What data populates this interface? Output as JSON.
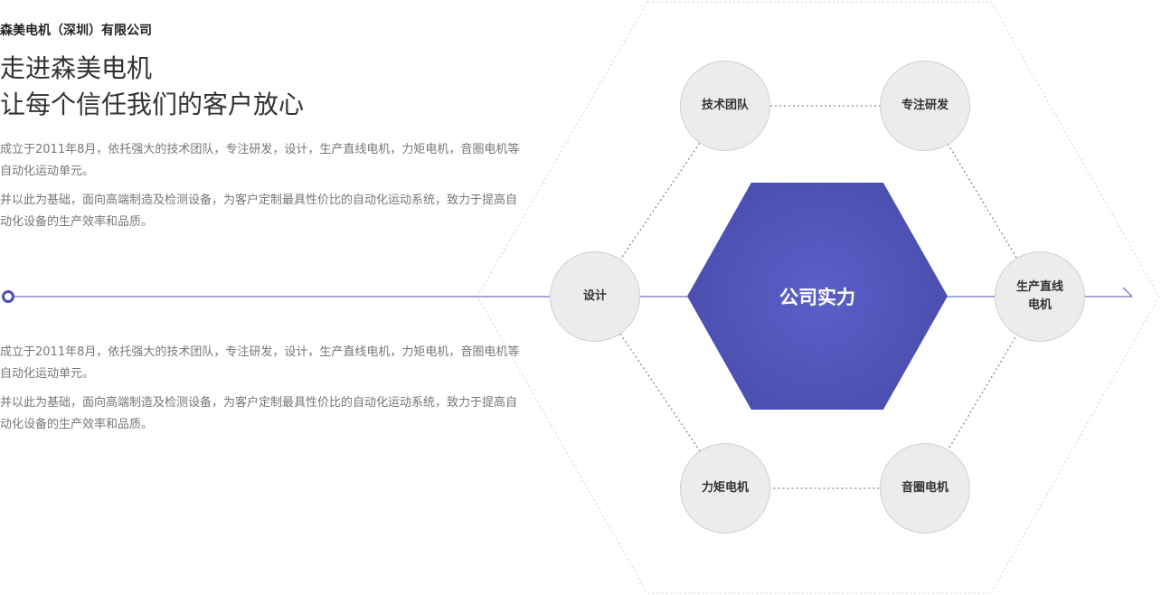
{
  "company": "森美电机（深圳）有限公司",
  "headline": [
    "走进森美电机",
    "让每个信任我们的客户放心"
  ],
  "section_top": {
    "p1": "成立于2011年8月，依托强大的技术团队，专注研发，设计，生产直线电机，力矩电机，音圈电机等自动化运动单元。",
    "p2": "并以此为基础，面向高端制造及检测设备，为客户定制最具性价比的自动化运动系统，致力于提高自动化设备的生产效率和品质。"
  },
  "section_bottom": {
    "p1": "成立于2011年8月，依托强大的技术团队，专注研发，设计，生产直线电机，力矩电机，音圈电机等自动化运动单元。",
    "p2": "并以此为基础，面向高端制造及检测设备，为客户定制最具性价比的自动化运动系统，致力于提高自动化设备的生产效率和品质。"
  },
  "diagram": {
    "center": "公司实力",
    "nodes": {
      "tech_team": "技术团队",
      "rnd": "专注研发",
      "design": "设计",
      "production": "生产直线电机",
      "torque_motor": "力矩电机",
      "voice_coil_motor": "音圈电机"
    },
    "accent": "#4a4fb0"
  }
}
